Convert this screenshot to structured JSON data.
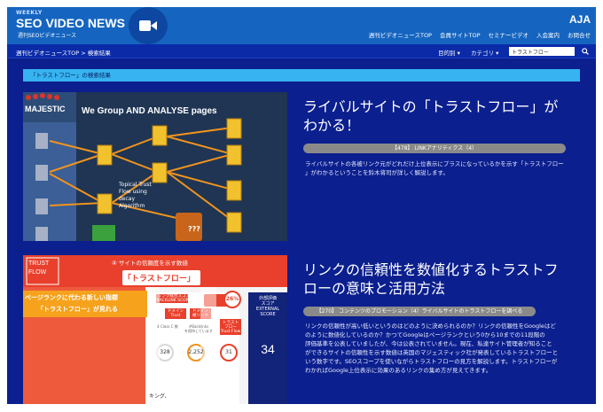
{
  "header": {
    "logo_weekly": "WEEKLY",
    "logo_main": "SEO VIDEO NEWS",
    "logo_sub": "週刊SEOビデオニュース",
    "brand_badge": "AJA",
    "nav": [
      "週刊ビデオニュースTOP",
      "会員サイトTOP",
      "セミナービデオ",
      "入会案内",
      "お問合せ"
    ]
  },
  "crumb": {
    "breadcrumb": "週刊ビデオニュースTOP > 検索結果",
    "filter_1": "目的別 ▾",
    "filter_2": "カテゴリ ▾",
    "search_value": "トラストフロー"
  },
  "result_label": "「トラストフロー」の検索結果",
  "cards": [
    {
      "title_line1": "ライバルサイトの「トラストフロー」が",
      "title_line2": "わかる！",
      "tag": "【478】 LINKアナリティクス（4）",
      "desc_line1": "ライバルサイトの各被リンク元がどれだけ上位表示にプラスになっているかを示す「トラストフロー",
      "desc_line2": "」がわかるということを鈴木将司が詳しく解説します。",
      "thumb": {
        "majestic": "MAJESTIC",
        "headline": "We Group AND ANALYSE pages",
        "trust_1": "Topical Trust",
        "trust_2": "Flow using",
        "trust_3": "decay",
        "trust_4": "Algorithm",
        "q": "???"
      }
    },
    {
      "title_line1": "リンクの信頼性を数値化するトラストフ",
      "title_line2": "ローの意味と活用方法",
      "tag": "【270】 コンテンツのプロモーション（4）ライバルサイトのトラストフローを調べる",
      "desc_line1": "リンクの信頼性が高い低いというのはどのように決められるのか？リンクの信頼性をGoogleはど",
      "desc_line2": "のように数値化しているのか？かつてGoogleはページランクという0から10までの11段階の",
      "desc_line3": "評価基準を公表していましたが、今は公表されていません。現在、私達サイト管理者が知ること",
      "desc_line4": "ができるサイトの信頼性を示す数値は英国のマジェスティック社が発表しているトラストフローと",
      "desc_line5": "いう数字です。SEOスコープを使いながらトラストフローの見方を解説します。トラストフローが",
      "desc_line6": "わかればGoogle上位表示に効果のあるリンクの集め方が見えてきます。",
      "thumb": {
        "trust_1": "TRUST",
        "trust_2": "FLOW",
        "circle_num": "④",
        "top_caption": "サイトの信頼度を示す数値",
        "big_label": "「トラストフロー」",
        "banner_1": "ページランクに代わる新しい指標",
        "banner_2": "「トラストフロー」が見れる",
        "col1_h1": "リンク総合スコア",
        "col1_h2": "BACKLINK SCORE",
        "sub_a1": "ドメイン",
        "sub_a2": "Trust",
        "sub_b1": "ドメイン",
        "sub_b2": "被リンク",
        "small_a": "4 Class C 数",
        "small_b": "#Backlinks",
        "small_b2": "を保持しています",
        "v1": "328",
        "v2": "2,252",
        "pct": "26%",
        "tf_l1": "トラスト",
        "tf_l2": "フロー",
        "tf_l3": "Trust Flow",
        "v3": "31",
        "ext_1": "外部評価",
        "ext_2": "スコア",
        "ext_3": "EXTERNAL",
        "ext_4": "SCORE",
        "v4": "34",
        "bottom": "キング、"
      }
    }
  ]
}
